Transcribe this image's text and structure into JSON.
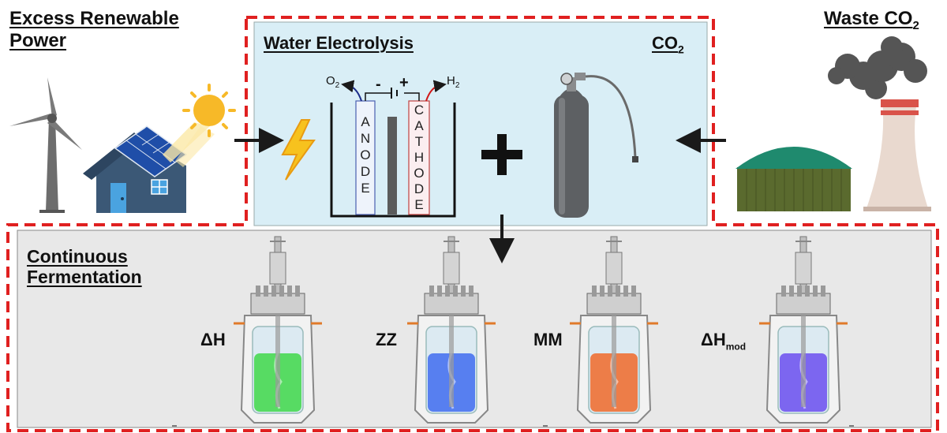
{
  "sources": {
    "renewable_line1": "Excess Renewable",
    "renewable_line2": "Power",
    "waste_co2": "Waste CO",
    "waste_co2_sub": "2"
  },
  "electrolysis": {
    "title": "Water Electrolysis",
    "co2_label": "CO",
    "co2_sub": "2",
    "anode": [
      "A",
      "N",
      "O",
      "D",
      "E"
    ],
    "cathode": [
      "C",
      "A",
      "T",
      "H",
      "O",
      "D",
      "E"
    ],
    "o2": "O",
    "o2_sub": "2",
    "h2": "H",
    "h2_sub": "2",
    "minus": "-",
    "plus": "+",
    "combine": "+"
  },
  "fermentation": {
    "title_line1": "Continuous",
    "title_line2": "Fermentation",
    "reactors": [
      {
        "label": "ΔH",
        "sub": "",
        "color": "#3fd84a"
      },
      {
        "label": "ZZ",
        "sub": "",
        "color": "#3f6cf0"
      },
      {
        "label": "MM",
        "sub": "",
        "color": "#f06a2a"
      },
      {
        "label": "ΔH",
        "sub": "mod",
        "color": "#6b4ff0"
      }
    ]
  },
  "colors": {
    "dash": "#e02020",
    "electrolysis_bg": "#d9eef6",
    "fermentation_bg": "#e8e8e8"
  }
}
